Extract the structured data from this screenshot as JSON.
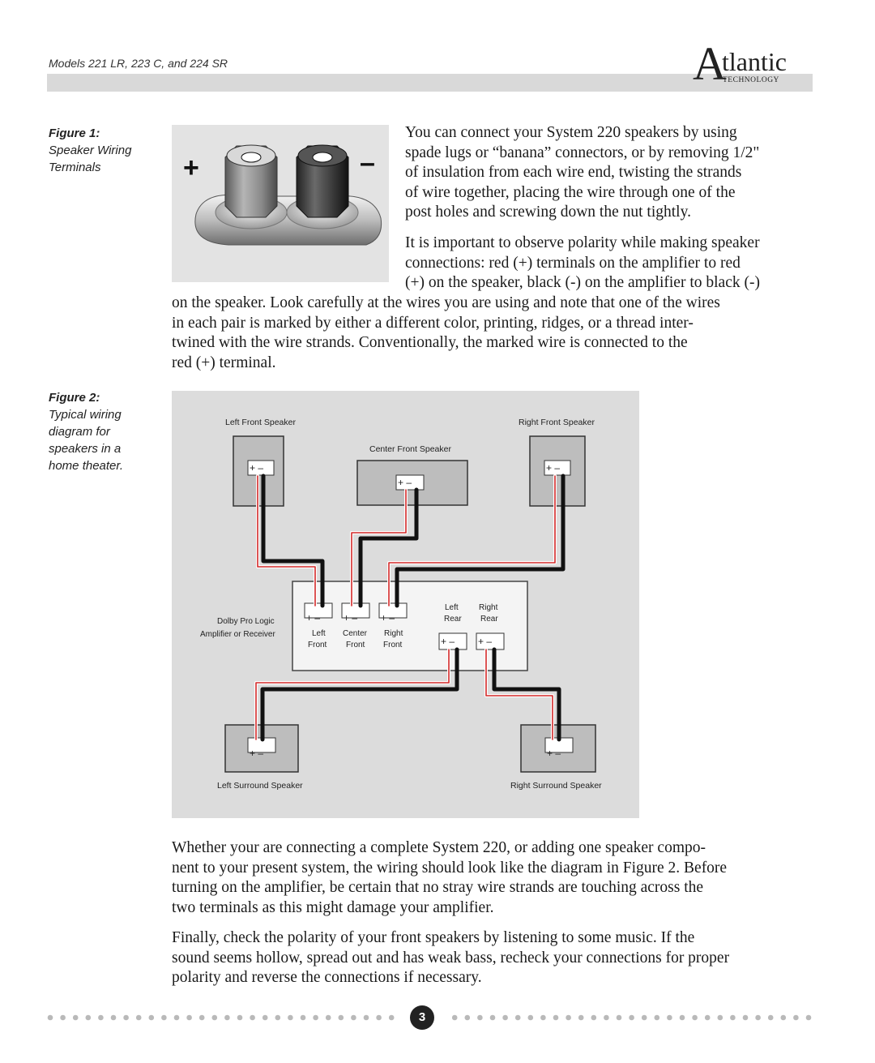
{
  "header": {
    "models": "Models 221 LR, 223 C, and 224 SR",
    "logo_a": "A",
    "logo_rest": "tlantic",
    "logo_tech": "TECHNOLOGY"
  },
  "figure1": {
    "label": "Figure 1:",
    "caption_line1": "Speaker Wiring",
    "caption_line2": "Terminals",
    "plus": "+",
    "minus": "–"
  },
  "figure2": {
    "label": "Figure 2:",
    "caption_lines": [
      "Typical wiring",
      "diagram for",
      "speakers in a",
      "home theater."
    ],
    "left_front": "Left Front Speaker",
    "right_front": "Right Front Speaker",
    "center_front": "Center Front Speaker",
    "left_surround": "Left Surround Speaker",
    "right_surround": "Right Surround Speaker",
    "amp_line1": "Dolby Pro Logic",
    "amp_line2": "Amplifier or Receiver",
    "term_left_1": "Left",
    "term_left_2": "Front",
    "term_center_1": "Center",
    "term_center_2": "Front",
    "term_right_1": "Right",
    "term_right_2": "Front",
    "rear_left_1": "Left",
    "rear_left_2": "Rear",
    "rear_right_1": "Right",
    "rear_right_2": "Rear",
    "pm": "+ –"
  },
  "body": {
    "p1_lines": [
      "You can connect your System 220 speakers by using",
      "spade lugs or “banana” connectors, or by removing 1/2\"",
      "of insulation from each wire end, twisting the strands",
      "of wire together, placing the wire through one of the",
      "post holes and screwing down the nut tightly."
    ],
    "p2_lines_narrow": [
      "It is important to observe polarity while making speaker",
      "connections: red (+) terminals on the amplifier to red",
      "(+) on the speaker, black (-) on the amplifier to black (-)"
    ],
    "p2_lines_wide": [
      "on the speaker. Look carefully at the wires you are using and note that one of the wires",
      "in each pair is marked by either a different color, printing, ridges, or a thread inter-",
      "twined with the wire strands. Conventionally, the marked wire is connected to the",
      "red (+) terminal."
    ],
    "p3_lines": [
      "Whether your are connecting a complete System 220, or adding one speaker compo-",
      "nent to your present system, the wiring should look like the diagram in Figure 2. Before",
      "turning on the amplifier, be certain that no stray wire strands are touching across the",
      "two terminals as this might damage your amplifier."
    ],
    "p4_lines": [
      "Finally, check the polarity of your front speakers by listening to some music. If the",
      "sound seems hollow, spread out and has weak bass, recheck your connections for proper",
      "polarity and reverse the connections if necessary."
    ]
  },
  "footer": {
    "page_number": "3"
  }
}
